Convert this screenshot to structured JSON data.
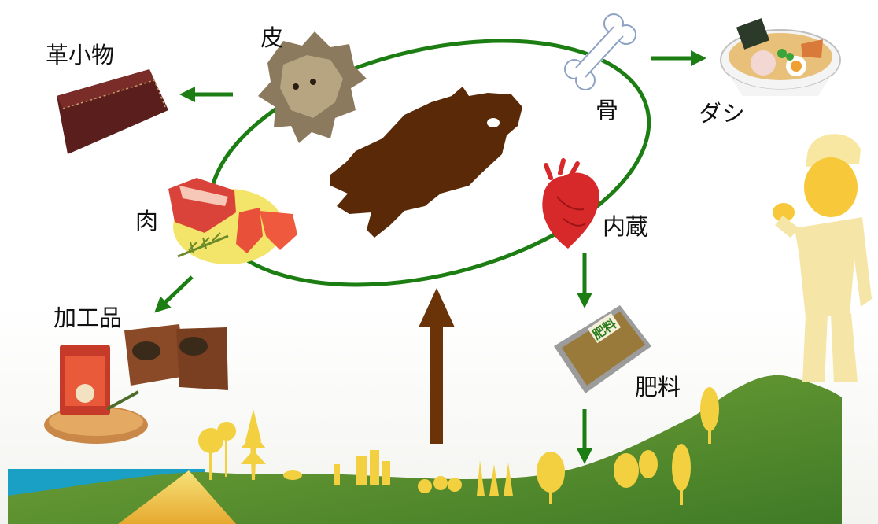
{
  "labels": {
    "skin": "皮",
    "leather_goods": "革小物",
    "bone": "骨",
    "broth": "ダシ",
    "meat": "肉",
    "organs": "内蔵",
    "processed": "加工品",
    "fertilizer": "肥料",
    "fertilizer_bag_text": "肥料"
  },
  "colors": {
    "cycle_green": "#1c7d12",
    "boar_brown": "#5a2a08",
    "up_arrow_brown": "#6a3408",
    "sea_blue": "#1aa0c4",
    "hill_green": "#4e8a2a",
    "tree_yellow": "#f2d040"
  },
  "icons": [
    "boar-silhouette-icon",
    "boar-pelt-icon",
    "leather-wallet-icon",
    "bone-icon",
    "ramen-bowl-icon",
    "meat-slices-icon",
    "heart-organ-icon",
    "jerky-package-icon",
    "sausage-package-icon",
    "fertilizer-bag-icon",
    "farmer-figure-icon"
  ]
}
